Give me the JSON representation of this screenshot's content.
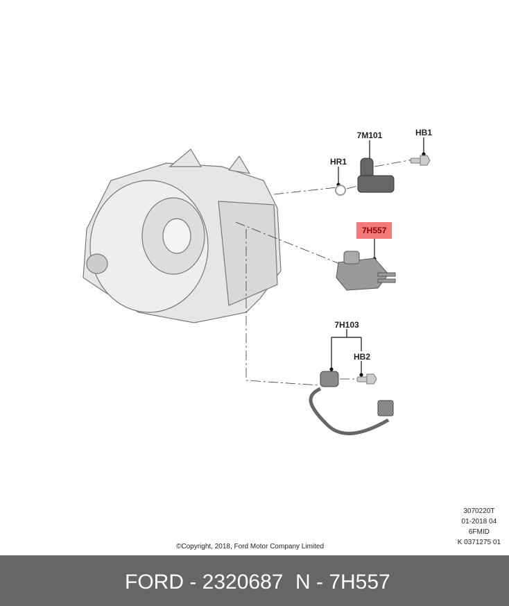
{
  "callouts": {
    "m101": "7M101",
    "hb1": "HB1",
    "hr1": "HR1",
    "h557": "7H557",
    "h103": "7H103",
    "hb2": "HB2"
  },
  "highlight_color": "#f47a7a",
  "meta": [
    "3070220T",
    "01-2018 04",
    "6FMID",
    "K 0371275 01"
  ],
  "copyright": "©Copyright, 2018, Ford Motor Company Limited",
  "footer": {
    "part_number": "FORD - 2320687",
    "reference": "N - 7H557"
  }
}
